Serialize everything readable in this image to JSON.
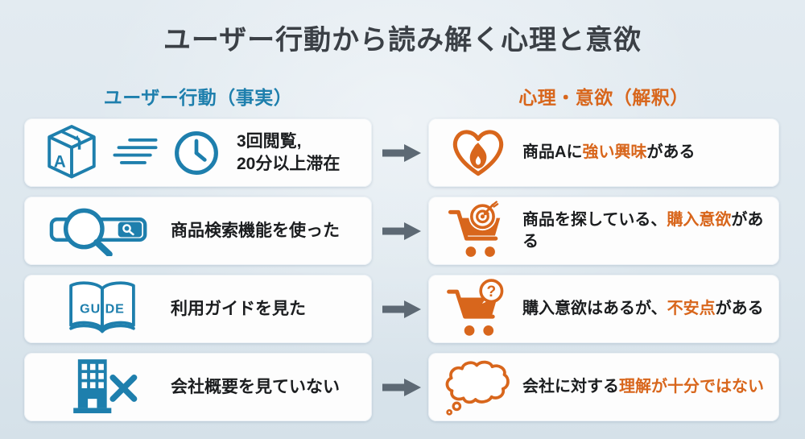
{
  "title": "ユーザー行動から読み解く心理と意欲",
  "columns": {
    "behavior": {
      "label": "ユーザー行動（事実）"
    },
    "psychology": {
      "label": "心理・意欲（解釈）"
    }
  },
  "rows": [
    {
      "behavior": {
        "icon": "product-box-icon speed-lines-icon clock-icon",
        "line1": "3回閲覧,",
        "line2": "20分以上滞在"
      },
      "psychology": {
        "icon": "heart-flame-icon",
        "pre": "商品Aに",
        "highlight": "強い興味",
        "post": "がある"
      }
    },
    {
      "behavior": {
        "icon": "search-bar-icon",
        "text": "商品検索機能を使った"
      },
      "psychology": {
        "icon": "cart-target-icon",
        "pre": "商品を探している、",
        "highlight": "購入意欲",
        "post": "がある"
      }
    },
    {
      "behavior": {
        "icon": "guide-book-icon",
        "text": "利用ガイドを見た"
      },
      "psychology": {
        "icon": "cart-question-icon",
        "pre": "購入意欲はあるが、",
        "highlight": "不安点",
        "post": "がある"
      }
    },
    {
      "behavior": {
        "icon": "building-x-icon",
        "text": "会社概要を見ていない"
      },
      "psychology": {
        "icon": "thought-bubble-icon",
        "pre": "会社に対する",
        "highlight": "理解が十分ではない",
        "post": ""
      }
    }
  ],
  "icons": {
    "guide_book_label": "GUIDE",
    "product_box_letter": "A",
    "question_mark": "?"
  },
  "colors": {
    "behavior_accent": "#1e7fad",
    "psychology_accent": "#d8661c",
    "title_text": "#3b4046",
    "body_text": "#1b1d1f",
    "arrow": "#5d6974",
    "background": "#dde7ee",
    "card": "#fdfdfd"
  }
}
